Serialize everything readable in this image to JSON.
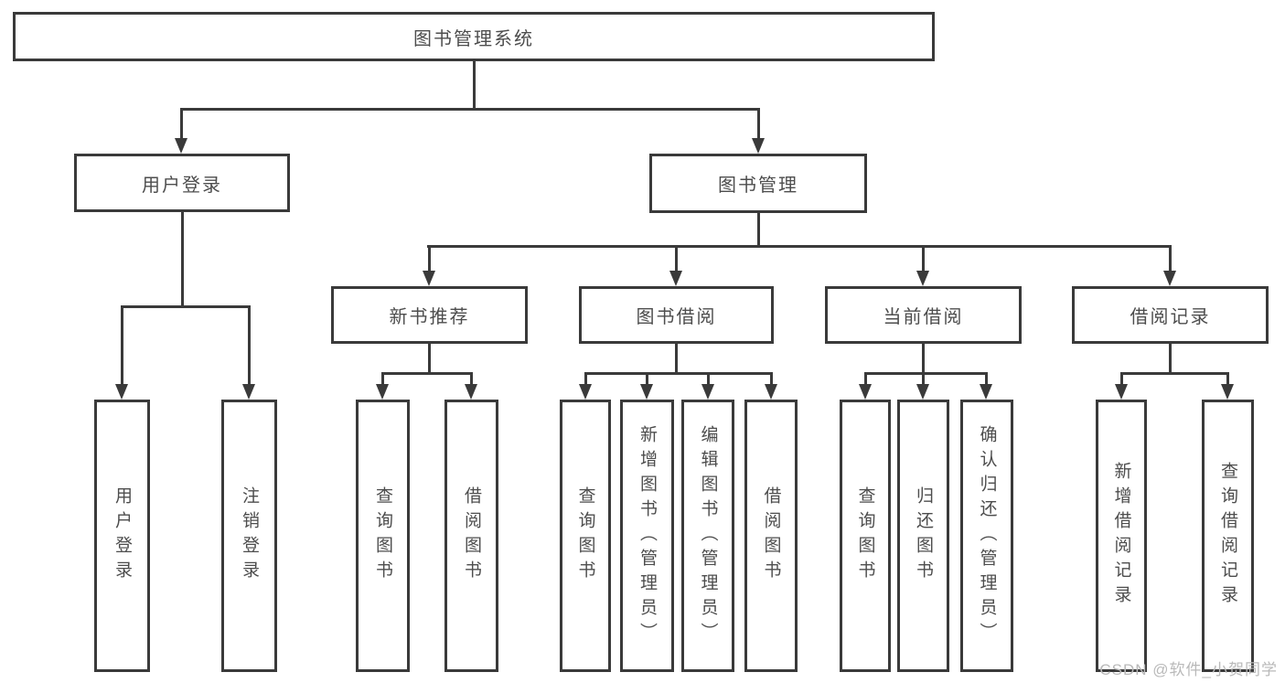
{
  "diagram": {
    "type": "tree-diagram",
    "root": {
      "label": "图书管理系统"
    },
    "level2": [
      {
        "label": "用户登录"
      },
      {
        "label": "图书管理"
      }
    ],
    "login_children": [
      {
        "label": "用户登录"
      },
      {
        "label": "注销登录"
      }
    ],
    "modules": [
      {
        "label": "新书推荐",
        "children": [
          {
            "label": "查询图书"
          },
          {
            "label": "借阅图书"
          }
        ]
      },
      {
        "label": "图书借阅",
        "children": [
          {
            "label": "查询图书"
          },
          {
            "label": "新增图书（管理员）"
          },
          {
            "label": "编辑图书（管理员）"
          },
          {
            "label": "借阅图书"
          }
        ]
      },
      {
        "label": "当前借阅",
        "children": [
          {
            "label": "查询图书"
          },
          {
            "label": "归还图书"
          },
          {
            "label": "确认归还（管理员）"
          }
        ]
      },
      {
        "label": "借阅记录",
        "children": [
          {
            "label": "新增借阅记录"
          },
          {
            "label": "查询借阅记录"
          }
        ]
      }
    ],
    "colors": {
      "line": "#3a3a3a",
      "text": "#4d4d4d",
      "box_fill": "#ffffff",
      "background": "#ffffff",
      "watermark": "#b9b9b9"
    }
  },
  "watermark": {
    "text": "CSDN @软件_小贺同学"
  }
}
